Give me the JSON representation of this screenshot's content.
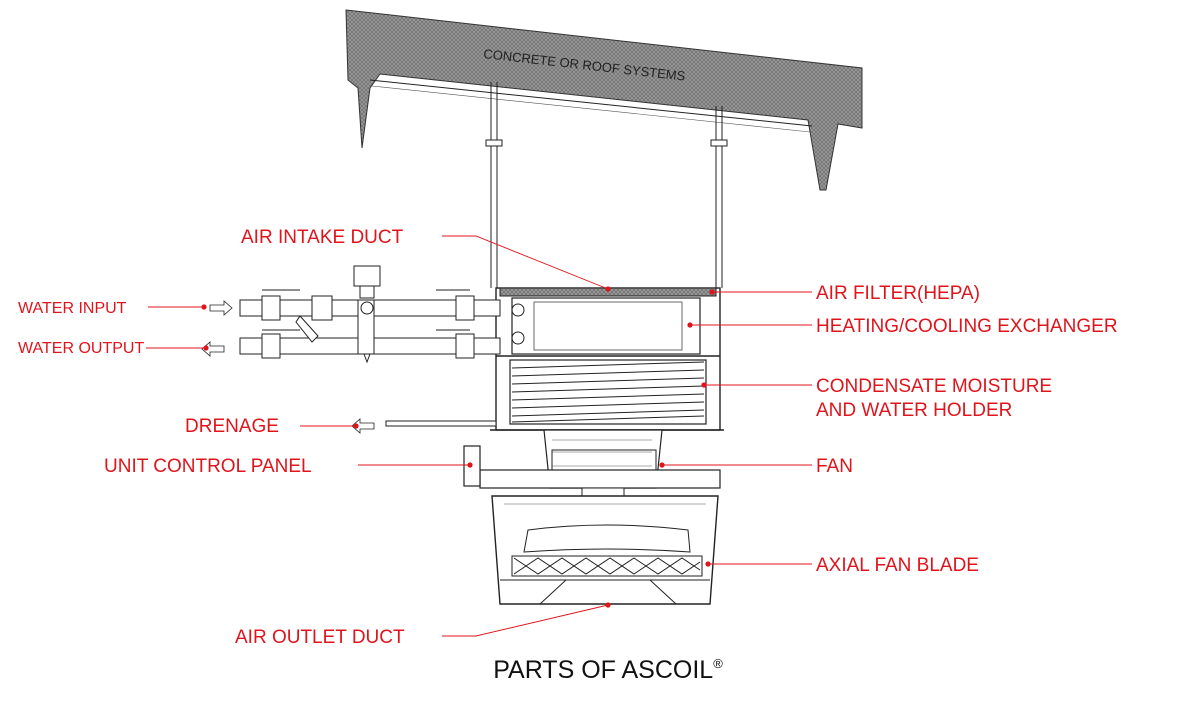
{
  "title": "PARTS OF ASCOIL",
  "title_mark": "®",
  "roof_label": "CONCRETE OR ROOF SYSTEMS",
  "labels": {
    "air_intake_duct": "AIR INTAKE DUCT",
    "water_input": "WATER INPUT",
    "water_output": "WATER OUTPUT",
    "drenage": "DRENAGE",
    "unit_control_panel": "UNIT CONTROL PANEL",
    "air_outlet_duct": "AIR OUTLET DUCT",
    "air_filter": "AIR FILTER(HEPA)",
    "heat_exchanger": "HEATING/COOLING EXCHANGER",
    "condensate_line1": "CONDENSATE MOISTURE",
    "condensate_line2": "AND WATER HOLDER",
    "fan": "FAN",
    "axial_fan_blade": "AXIAL FAN BLADE"
  },
  "colors": {
    "label_red": "#e0141b",
    "line_dark": "#222222",
    "roof_gray": "#8a8a8a"
  }
}
